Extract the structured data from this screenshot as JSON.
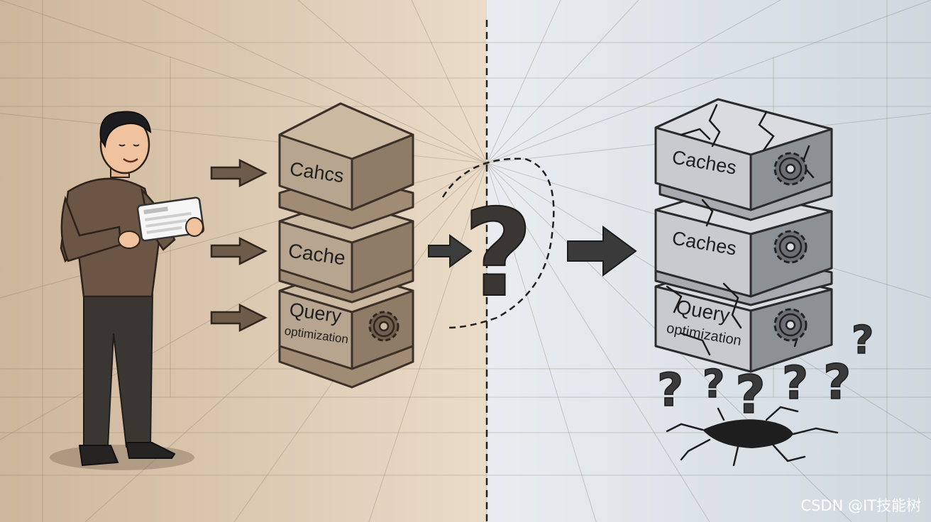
{
  "left_panel": {
    "blocks": [
      {
        "label": "Cahcs"
      },
      {
        "label": "Cache"
      },
      {
        "label_line1": "Query",
        "label_line2": "optimization"
      }
    ],
    "colors": {
      "background": "#e7d6c1",
      "block_front": "#b8a58f",
      "block_top": "#cbb9a2",
      "block_side": "#8f7c67",
      "outline": "#3b3128"
    }
  },
  "center": {
    "question_mark": "?"
  },
  "right_panel": {
    "blocks": [
      {
        "label": "Caches"
      },
      {
        "label": "Caches"
      },
      {
        "label_line1": "Query",
        "label_line2": "optimization"
      }
    ],
    "floating_marks": [
      "?",
      "?",
      "?",
      "?",
      "?",
      "?"
    ],
    "colors": {
      "background": "#dfe6ec",
      "block_front": "#c7cbce",
      "block_top": "#d9dcde",
      "block_side": "#8c9196",
      "outline": "#2b2b2b"
    }
  },
  "icons": [
    "person-with-tablet-icon",
    "arrow-right-icon",
    "gear-icon",
    "question-mark-icon",
    "crack-icon"
  ],
  "watermark": {
    "text": "CSDN @IT技能树"
  }
}
